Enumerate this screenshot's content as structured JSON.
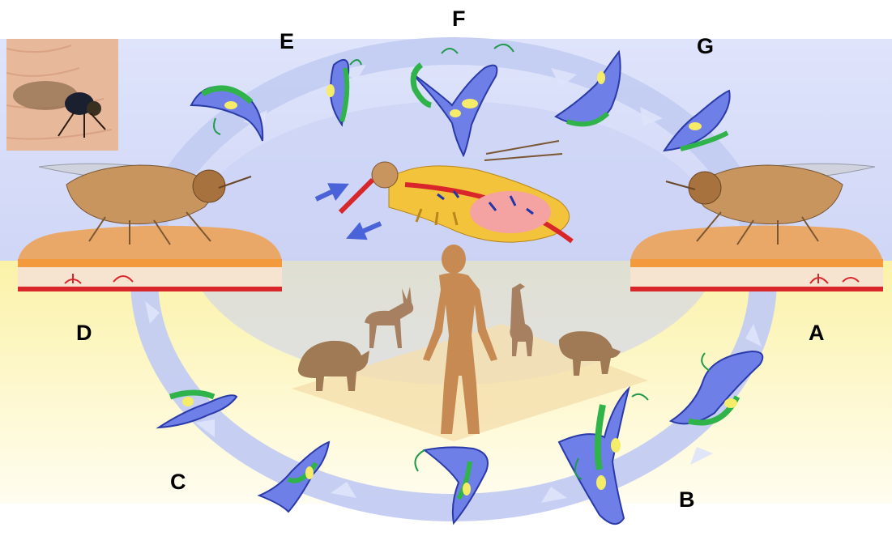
{
  "labels": {
    "a": "A",
    "b": "B",
    "c": "C",
    "d": "D",
    "e": "E",
    "f": "F",
    "g": "G"
  },
  "colors": {
    "sky": "#d6dcf7",
    "ground": "#fbf3b0",
    "cycle_arrow": "#c7d0f3",
    "parasite_body": "#6f7fe8",
    "parasite_membrane": "#2fb34a",
    "parasite_nucleus": "#f5ec6a",
    "flagellum": "#1f9a4a",
    "skin": "#e7a96a",
    "blood_vessel": "#d8262a",
    "fly_body": "#c89a6a",
    "silhouettes": "#b08a6a"
  },
  "icons": {
    "photo": "tsetse-fly-photo",
    "fly_left": "tsetse-fly-left-illustration",
    "fly_right": "tsetse-fly-right-illustration",
    "fly_cutaway": "tsetse-fly-cutaway",
    "host": "human-and-animal-hosts",
    "parasite": "trypanosome"
  }
}
